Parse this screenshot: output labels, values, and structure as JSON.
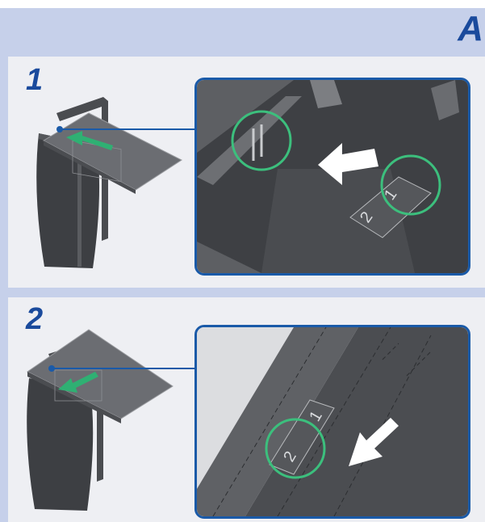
{
  "section": {
    "letter": "A"
  },
  "steps": [
    {
      "number": "1",
      "arrow_color": "#2fb073",
      "circle_color": "#3cbf7d",
      "labels": [
        "1",
        "2"
      ]
    },
    {
      "number": "2",
      "arrow_color": "#2fb073",
      "circle_color": "#3cbf7d",
      "labels": [
        "1",
        "2"
      ]
    }
  ],
  "colors": {
    "accent": "#1a4a9c",
    "frame": "#1a5aa8",
    "band": "#c6d0ea",
    "panel": "#eeeff3"
  }
}
